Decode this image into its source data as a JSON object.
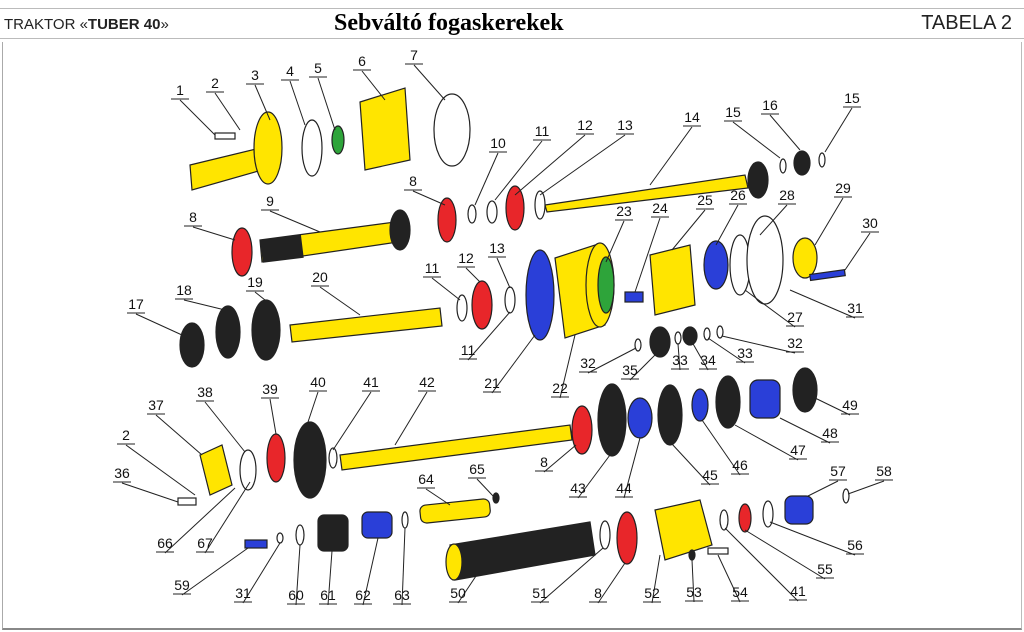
{
  "header": {
    "model_prefix": "TRAKTOR «",
    "model_name": "TUBER  40",
    "model_suffix": "»",
    "title": "Sebváltó fogaskerekek",
    "table": "TABELA 2"
  },
  "colors": {
    "yellow": "#ffe500",
    "red": "#e8262a",
    "blue": "#2a3fd8",
    "green": "#2ea43a",
    "black": "#222222"
  },
  "callouts": [
    "1",
    "2",
    "3",
    "4",
    "5",
    "6",
    "7",
    "8",
    "9",
    "10",
    "11",
    "12",
    "13",
    "14",
    "15",
    "16",
    "15",
    "8",
    "23",
    "24",
    "25",
    "26",
    "28",
    "29",
    "30",
    "13",
    "12",
    "11",
    "20",
    "19",
    "18",
    "17",
    "27",
    "31",
    "11",
    "21",
    "22",
    "32",
    "35",
    "33",
    "34",
    "33",
    "32",
    "37",
    "38",
    "39",
    "40",
    "41",
    "42",
    "2",
    "36",
    "66",
    "67",
    "8",
    "43",
    "44",
    "45",
    "46",
    "47",
    "48",
    "49",
    "57",
    "58",
    "56",
    "55",
    "41",
    "54",
    "53",
    "52",
    "8",
    "51",
    "50",
    "63",
    "62",
    "61",
    "60",
    "31",
    "59",
    "64",
    "65"
  ]
}
